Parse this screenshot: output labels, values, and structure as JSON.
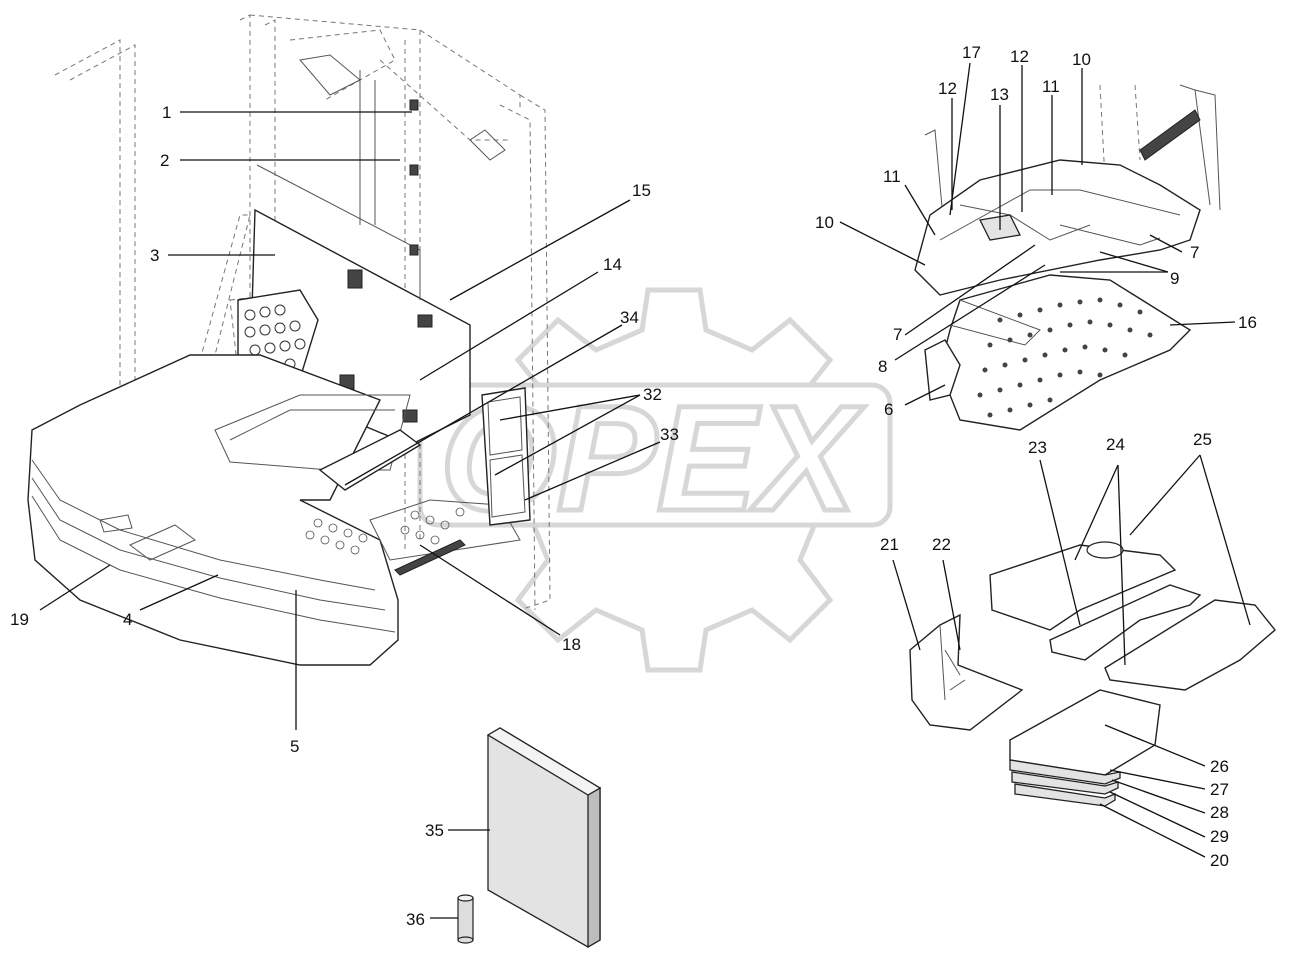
{
  "watermark": {
    "text": "OPEX"
  },
  "callouts": [
    {
      "id": "c1",
      "text": "1"
    },
    {
      "id": "c2",
      "text": "2"
    },
    {
      "id": "c3",
      "text": "3"
    },
    {
      "id": "c15",
      "text": "15"
    },
    {
      "id": "c14",
      "text": "14"
    },
    {
      "id": "c34",
      "text": "34"
    },
    {
      "id": "c32",
      "text": "32"
    },
    {
      "id": "c33",
      "text": "33"
    },
    {
      "id": "c19",
      "text": "19"
    },
    {
      "id": "c4",
      "text": "4"
    },
    {
      "id": "c5",
      "text": "5"
    },
    {
      "id": "c18",
      "text": "18"
    },
    {
      "id": "c17",
      "text": "17"
    },
    {
      "id": "c12a",
      "text": "12"
    },
    {
      "id": "c12b",
      "text": "12"
    },
    {
      "id": "c10a",
      "text": "10"
    },
    {
      "id": "c13",
      "text": "13"
    },
    {
      "id": "c11a",
      "text": "11"
    },
    {
      "id": "c11b",
      "text": "11"
    },
    {
      "id": "c10b",
      "text": "10"
    },
    {
      "id": "c7a",
      "text": "7"
    },
    {
      "id": "c9",
      "text": "9"
    },
    {
      "id": "c16",
      "text": "16"
    },
    {
      "id": "c7b",
      "text": "7"
    },
    {
      "id": "c8",
      "text": "8"
    },
    {
      "id": "c6",
      "text": "6"
    },
    {
      "id": "c23",
      "text": "23"
    },
    {
      "id": "c24",
      "text": "24"
    },
    {
      "id": "c25",
      "text": "25"
    },
    {
      "id": "c21",
      "text": "21"
    },
    {
      "id": "c22",
      "text": "22"
    },
    {
      "id": "c26",
      "text": "26"
    },
    {
      "id": "c27",
      "text": "27"
    },
    {
      "id": "c28",
      "text": "28"
    },
    {
      "id": "c29",
      "text": "29"
    },
    {
      "id": "c20",
      "text": "20"
    },
    {
      "id": "c35",
      "text": "35"
    },
    {
      "id": "c36",
      "text": "36"
    }
  ]
}
